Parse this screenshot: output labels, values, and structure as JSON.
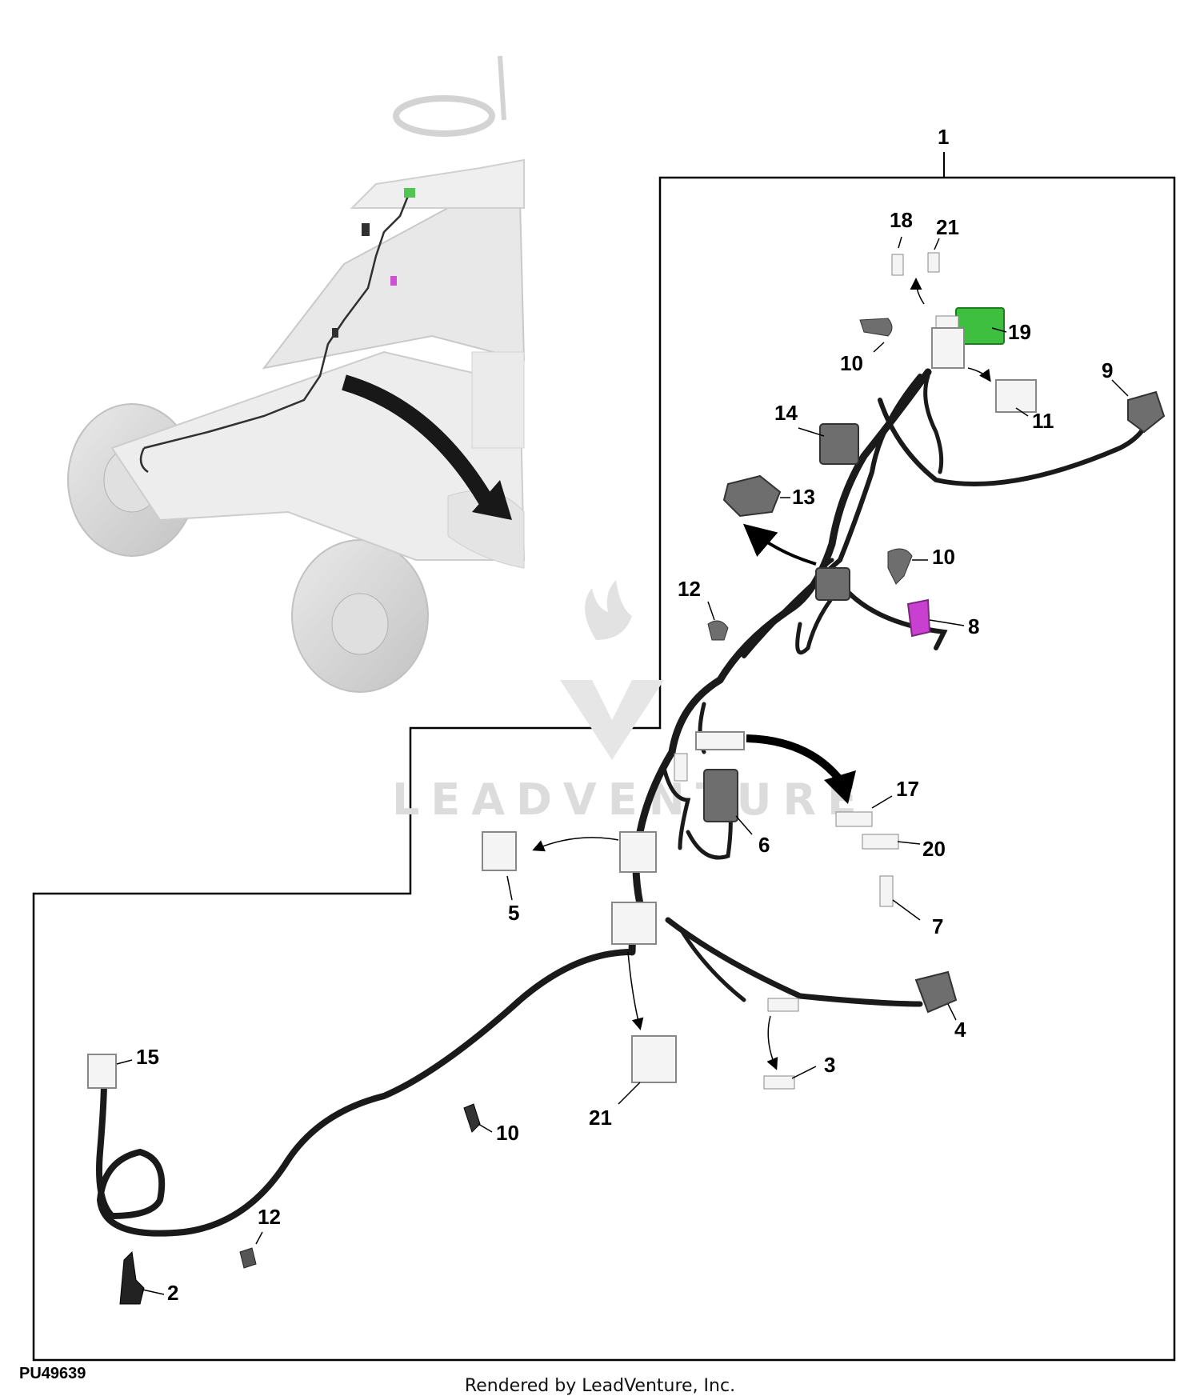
{
  "diagram": {
    "figure_id": "PU49639",
    "credit": "Rendered by LeadVenture, Inc.",
    "watermark": "LEADVENTURE",
    "callouts": [
      "1",
      "2",
      "3",
      "4",
      "5",
      "6",
      "7",
      "8",
      "9",
      "10",
      "10",
      "10",
      "11",
      "12",
      "12",
      "13",
      "14",
      "15",
      "17",
      "18",
      "19",
      "20",
      "21",
      "21"
    ],
    "colors": {
      "harness": "#1a1a1a",
      "connector_gray": "#6e6e6e",
      "connector_white": "#f4f4f4",
      "relay_green": "#3fbf3f",
      "clip_magenta": "#c93fcf",
      "frame": "#000000",
      "tractor_ghost": "#d8d8d8"
    }
  }
}
